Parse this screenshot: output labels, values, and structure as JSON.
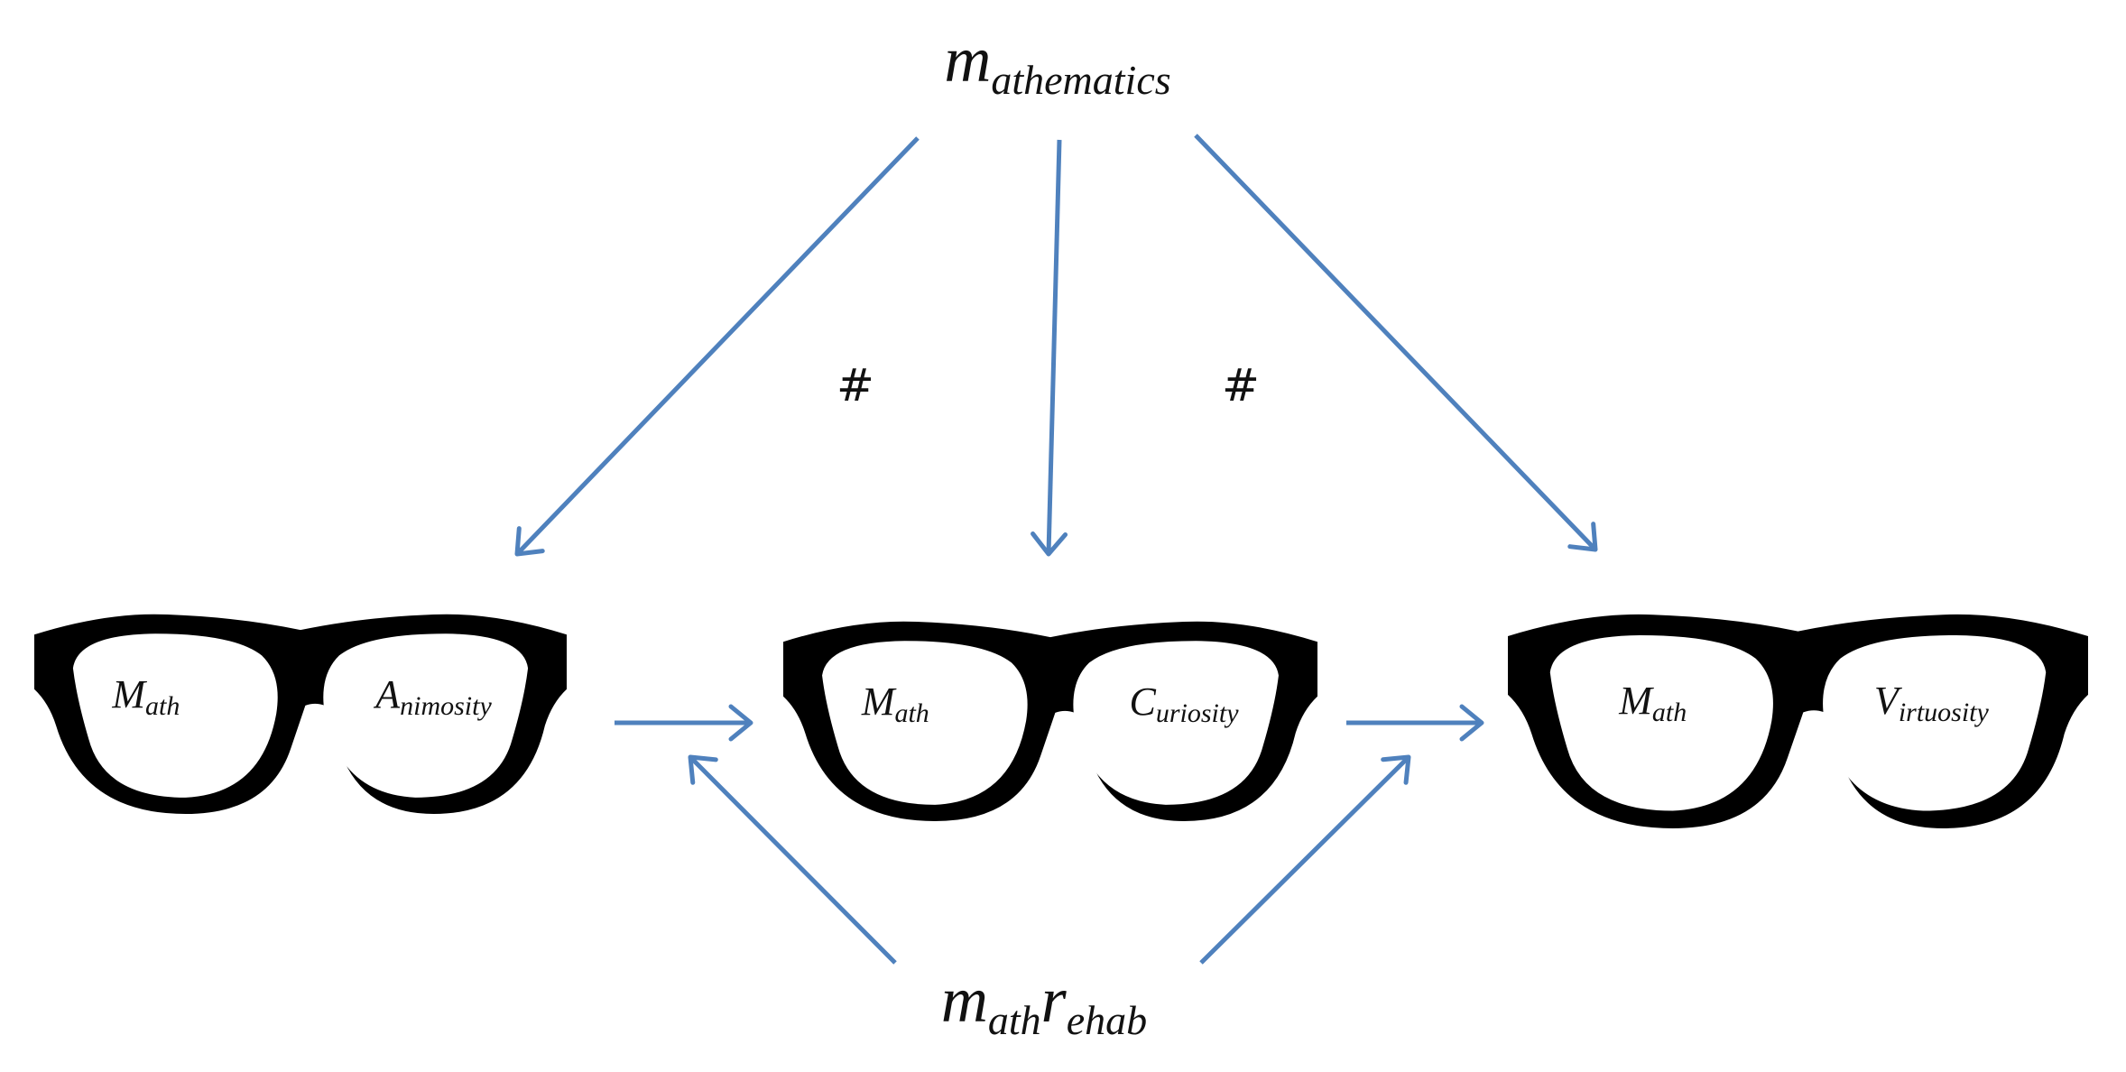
{
  "top_label": {
    "main": "m",
    "sub": "athematics"
  },
  "bottom_label": {
    "main1": "m",
    "sub1": "ath",
    "main2": "r",
    "sub2": "ehab"
  },
  "hash_marks": [
    "#",
    "#"
  ],
  "glasses": [
    {
      "left": {
        "main": "M",
        "sub": "ath"
      },
      "right": {
        "main": "A",
        "sub": "nimosity"
      }
    },
    {
      "left": {
        "main": "M",
        "sub": "ath"
      },
      "right": {
        "main": "C",
        "sub": "uriosity"
      }
    },
    {
      "left": {
        "main": "M",
        "sub": "ath"
      },
      "right": {
        "main": "V",
        "sub": "irtuosity"
      }
    }
  ],
  "colors": {
    "arrow": "#4f81bd",
    "frame": "#000000"
  }
}
